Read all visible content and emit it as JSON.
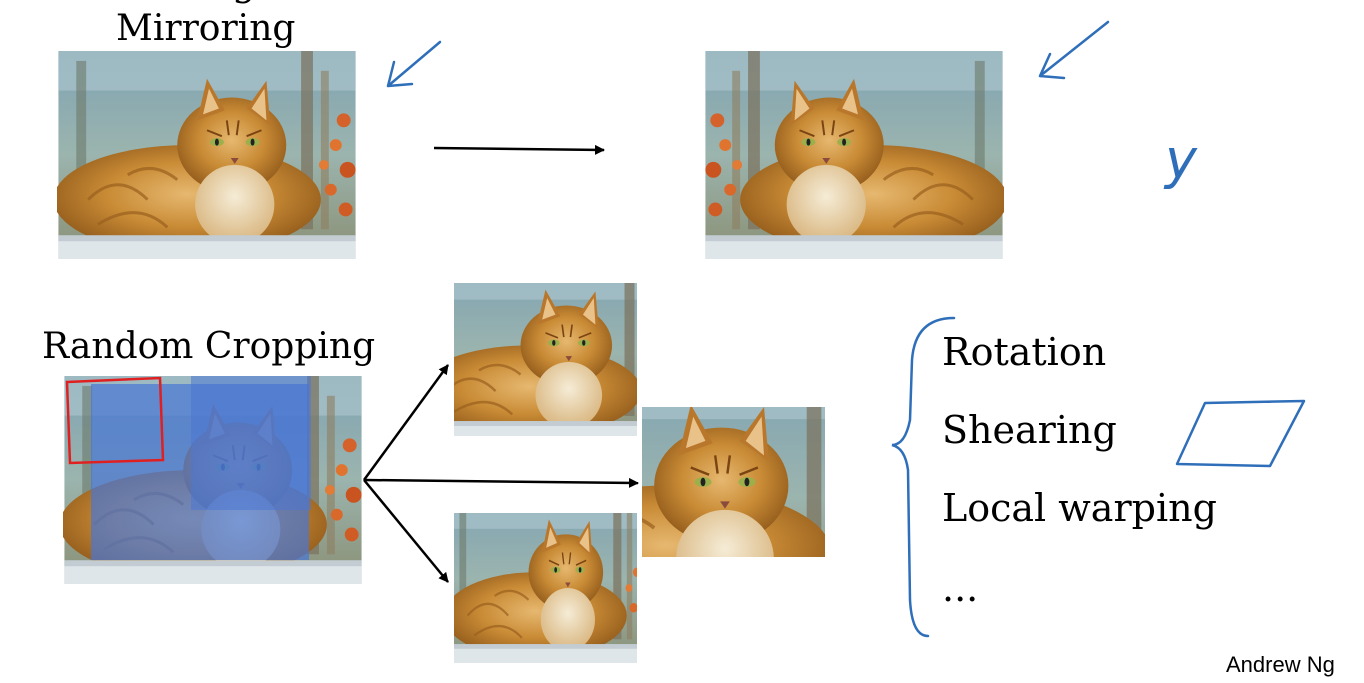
{
  "top_cut_text": "g",
  "mirroring": {
    "title": "Mirroring"
  },
  "cropping": {
    "title": "Random Cropping"
  },
  "augmentations": [
    "Rotation",
    "Shearing",
    "Local warping",
    "..."
  ],
  "annotation": {
    "y_label": "y"
  },
  "footer": {
    "author": "Andrew Ng"
  },
  "colors": {
    "ink": "#2f6fba",
    "crop_box": "#e02020",
    "overlay_blue": "#4a77d4"
  }
}
